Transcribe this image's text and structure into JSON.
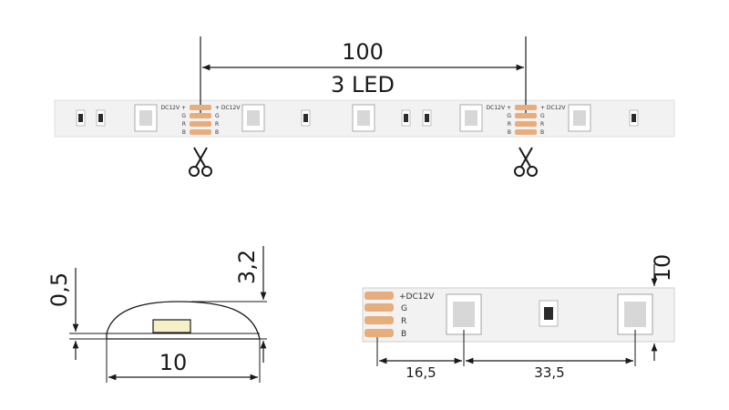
{
  "colors": {
    "line": "#1a1a1a",
    "strip": "#f2f2f2",
    "strip_edge": "#b8b8b8",
    "pad": "#e8ad7c",
    "led_body": "#ffffff",
    "led_chip": "#d7d7d7",
    "resistor": "#2a2a2a"
  },
  "top": {
    "length_value": "100",
    "led_count_label": "3 LED",
    "pad_left_labels": {
      "plus": "DC12V +",
      "g": "G",
      "r": "R",
      "b": "B"
    },
    "pad_right_labels": {
      "plus": "+ DC12V",
      "g": "G",
      "r": "R",
      "b": "B"
    },
    "scissors_icon": "scissors-icon"
  },
  "cross_section": {
    "base_thickness": "0,5",
    "total_height": "3,2",
    "width": "10"
  },
  "detail": {
    "pad_labels": {
      "plus": "+DC12V",
      "g": "G",
      "r": "R",
      "b": "B"
    },
    "strip_width": "10",
    "first_led_offset": "16,5",
    "led_pitch": "33,5"
  }
}
